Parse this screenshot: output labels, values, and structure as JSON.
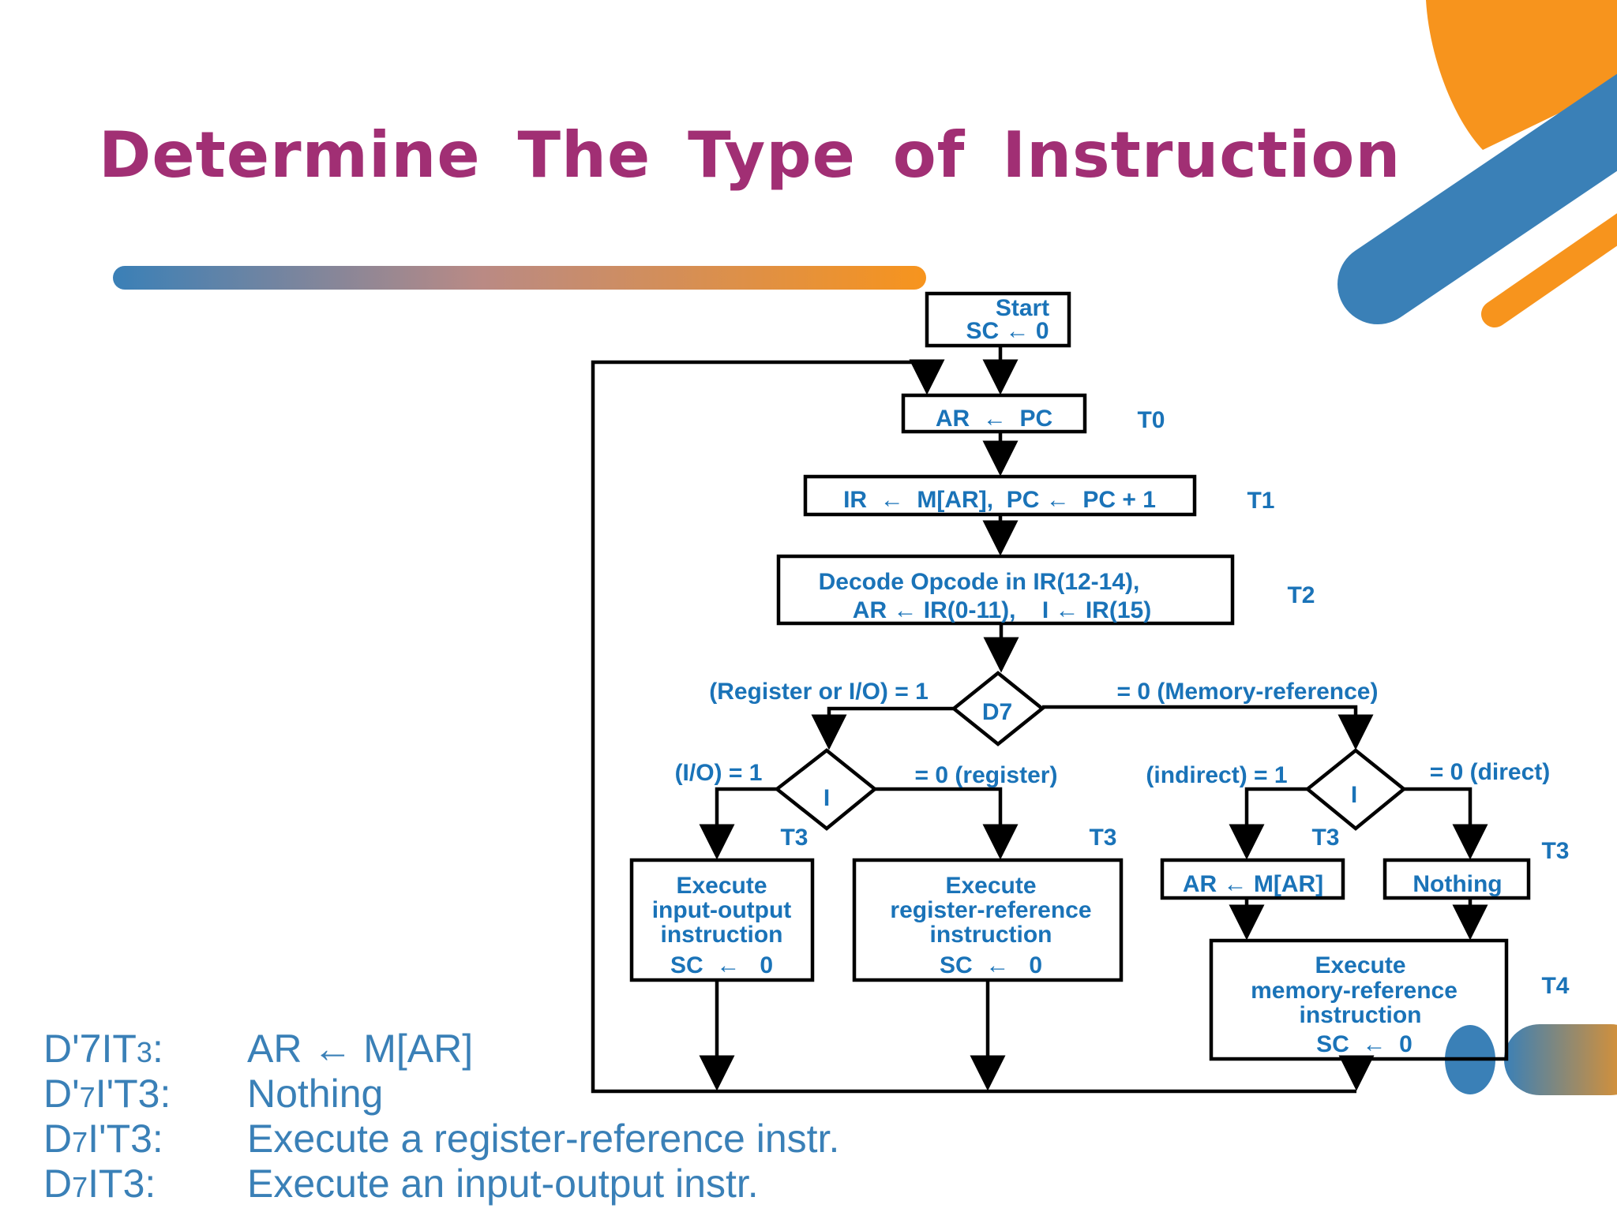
{
  "title": "Determine  The  Type  of  Instruction",
  "colors": {
    "title": "#a12f74",
    "text_blue": "#1a73b8",
    "legend_blue": "#3a80b7",
    "accent_orange": "#f7941d",
    "accent_blue": "#3a80b7"
  },
  "flow": {
    "start": {
      "line1": "Start",
      "line2": "SC ← 0"
    },
    "fetch_ar": {
      "text": "AR  ←  PC",
      "timing": "T0"
    },
    "fetch_ir": {
      "text": "IR  ←  M[AR],  PC ←  PC + 1",
      "timing": "T1"
    },
    "decode": {
      "line1": "Decode Opcode in IR(12-14),",
      "line2": "AR ← IR(0-11),    I ← IR(15)",
      "timing": "T2"
    },
    "d7": {
      "label": "D7",
      "left_label": "(Register or I/O) = 1",
      "right_label": "= 0 (Memory-reference)"
    },
    "i_left": {
      "label": "I",
      "left_label": "(I/O) = 1",
      "right_label": "= 0 (register)"
    },
    "i_right": {
      "label": "I",
      "left_label": "(indirect) = 1",
      "right_label": "= 0 (direct)"
    },
    "timing_t3": "T3",
    "timing_t4": "T4",
    "exec_io": {
      "line1": "Execute",
      "line2": "input-output",
      "line3": "instruction",
      "line4": "SC  ←   0"
    },
    "exec_reg": {
      "line1": "Execute",
      "line2": "register-reference",
      "line3": "instruction",
      "line4": "SC  ←   0"
    },
    "ar_m": {
      "text": "AR ← M[AR]"
    },
    "nothing": {
      "text": "Nothing"
    },
    "exec_mem": {
      "line1": "Execute",
      "line2": "memory-reference",
      "line3": "instruction",
      "line4": "SC  ←  0"
    }
  },
  "legend": [
    {
      "cond_a": "D'7IT",
      "cond_sub": "3",
      "cond_b": ":",
      "action": "AR ← M[AR]"
    },
    {
      "cond_a": "D'",
      "cond_sub": "7",
      "cond_b": "I'T3:",
      "action": "Nothing"
    },
    {
      "cond_a": "D",
      "cond_sub": "7",
      "cond_b": "I'T3:",
      "action": "Execute a register-reference instr."
    },
    {
      "cond_a": "D",
      "cond_sub": "7",
      "cond_b": "IT3:",
      "action": "Execute an input-output instr."
    }
  ]
}
